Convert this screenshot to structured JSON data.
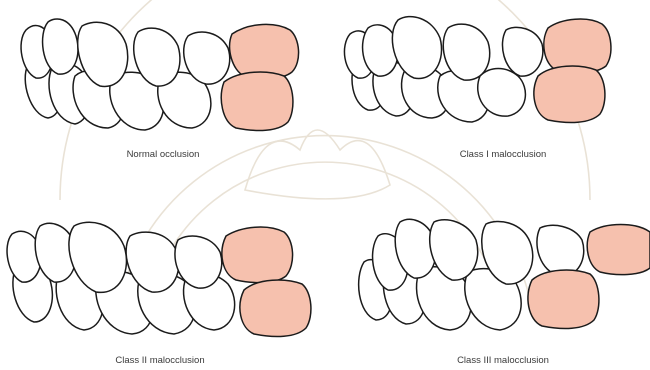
{
  "colors": {
    "tooth_fill": "#ffffff",
    "molar_fill": "#f6c1ae",
    "outline": "#1b1b1b",
    "caption_text": "#3a3a3a",
    "watermark": "#e9e2d6"
  },
  "panels": [
    {
      "id": "normal",
      "caption": "Normal occlusion"
    },
    {
      "id": "class-i",
      "caption": "Class I malocclusion"
    },
    {
      "id": "class-ii",
      "caption": "Class II malocclusion"
    },
    {
      "id": "class-iii",
      "caption": "Class III malocclusion"
    }
  ]
}
